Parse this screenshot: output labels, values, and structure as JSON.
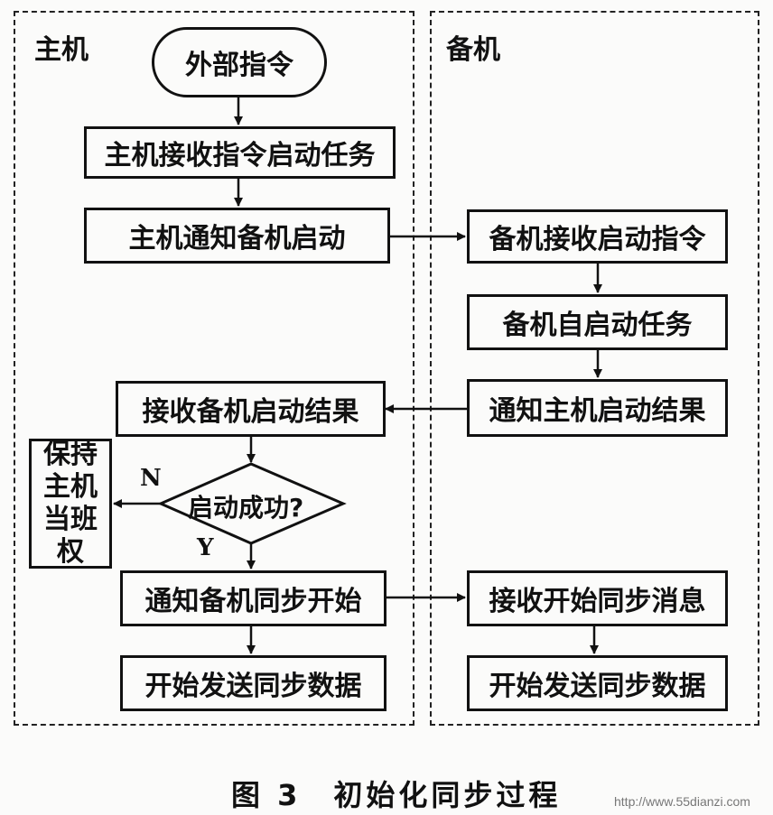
{
  "lanes": {
    "host": "主机",
    "standby": "备机"
  },
  "host_steps": {
    "external_command": "外部指令",
    "receive_command": "主机接收指令启动任务",
    "notify_standby_start": "主机通知备机启动",
    "receive_standby_result": "接收备机启动结果",
    "decision": "启动成功?",
    "notify_sync_start": "通知备机同步开始",
    "start_send_sync": "开始发送同步数据",
    "keep_duty": "保持主机当班权"
  },
  "standby_steps": {
    "receive_start_command": "备机接收启动指令",
    "self_start_task": "备机自启动任务",
    "notify_host_result": "通知主机启动结果",
    "receive_sync_message": "接收开始同步消息",
    "start_send_sync": "开始发送同步数据"
  },
  "branch_labels": {
    "no": "N",
    "yes": "Y"
  },
  "caption": "图 3　初始化同步过程",
  "watermark": "http://www.55dianzi.com"
}
